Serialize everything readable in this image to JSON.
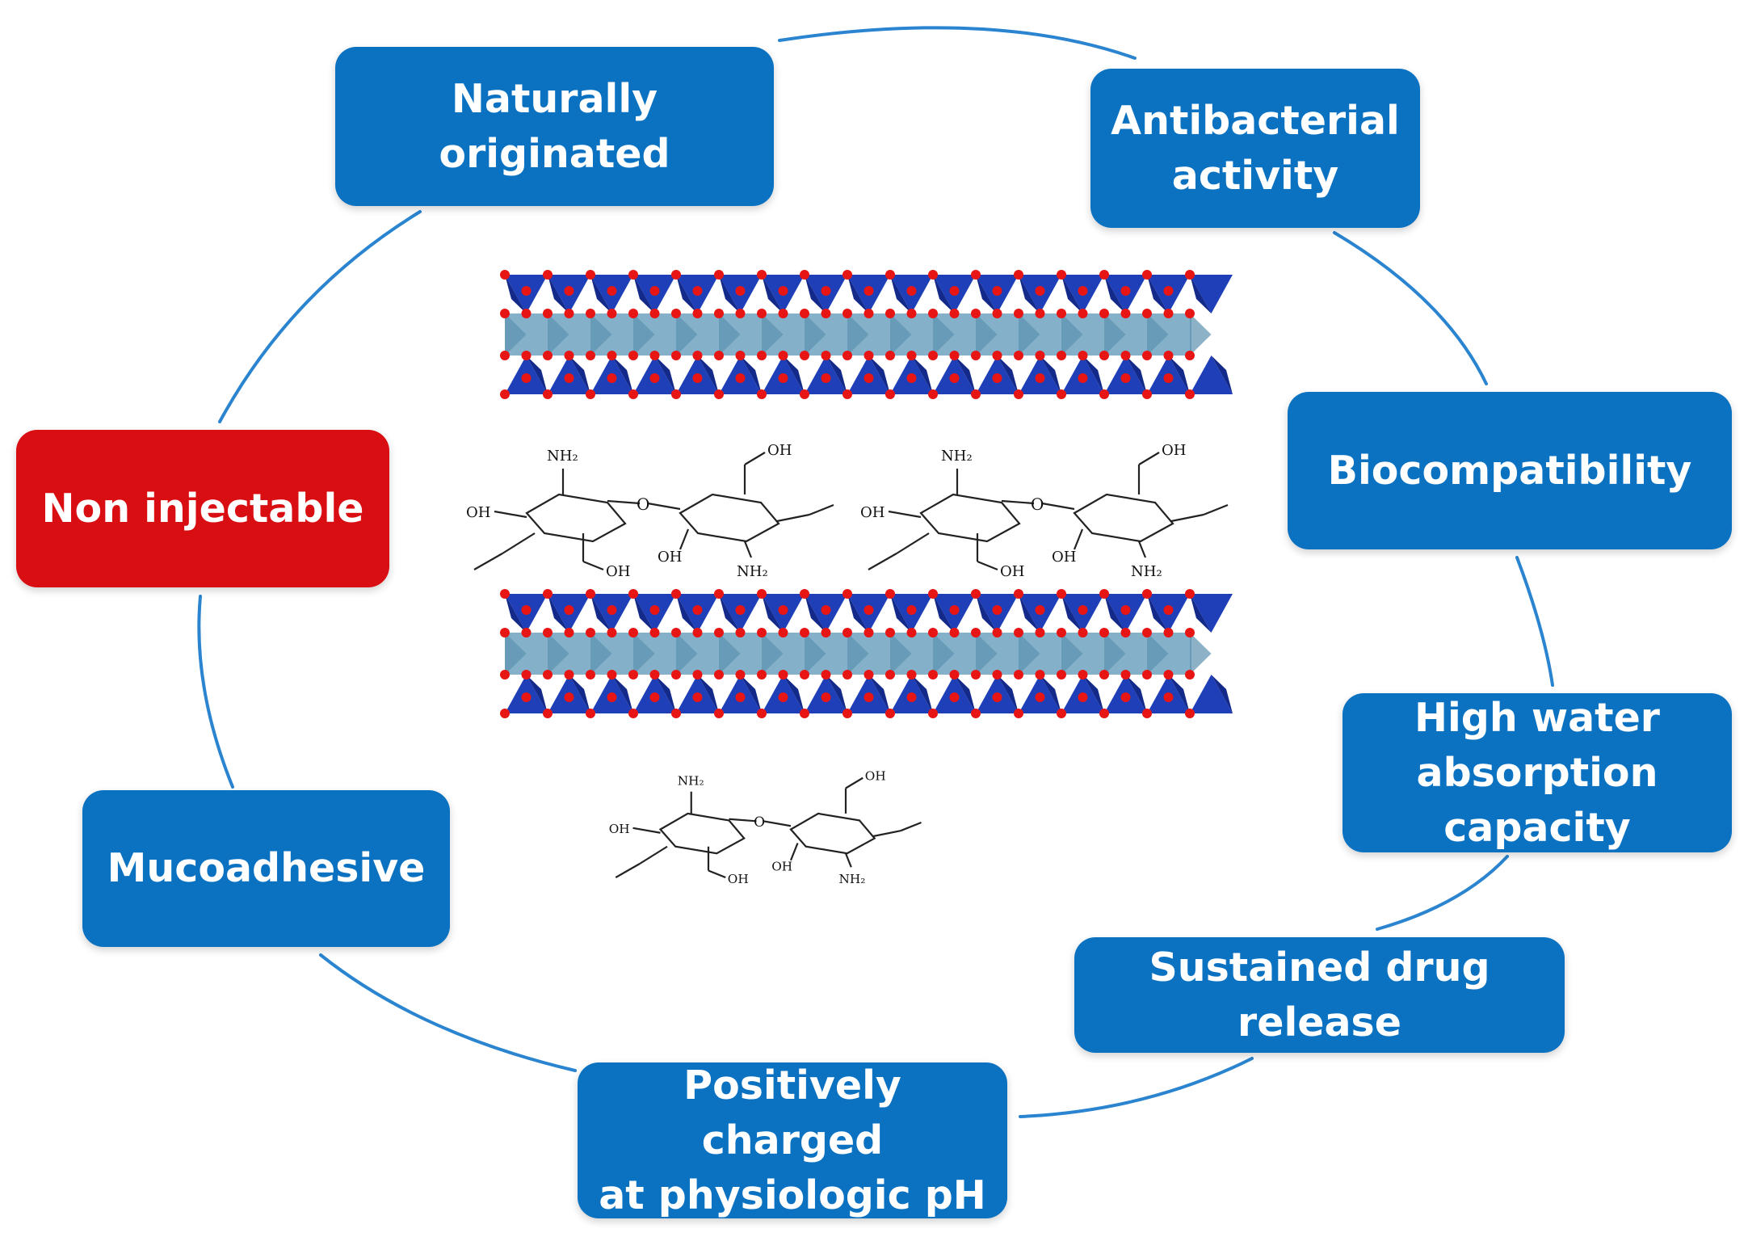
{
  "diagram": {
    "center_alt": "chitosan intercalated between layered clay silicate sheets",
    "properties": [
      {
        "id": "naturally-originated",
        "lines": [
          "Naturally",
          "originated"
        ],
        "color": "#0b72c2"
      },
      {
        "id": "antibacterial-activity",
        "lines": [
          "Antibacterial",
          "activity"
        ],
        "color": "#0b72c2"
      },
      {
        "id": "biocompatibility",
        "lines": [
          "Biocompatibility"
        ],
        "color": "#0b72c2"
      },
      {
        "id": "high-water-absorption",
        "lines": [
          "High water",
          "absorption",
          "capacity"
        ],
        "color": "#0b72c2"
      },
      {
        "id": "sustained-drug-release",
        "lines": [
          "Sustained drug",
          "release"
        ],
        "color": "#0b72c2"
      },
      {
        "id": "positively-charged",
        "lines": [
          "Positively charged",
          "at physiologic pH"
        ],
        "color": "#0b72c2"
      },
      {
        "id": "mucoadhesive",
        "lines": [
          "Mucoadhesive"
        ],
        "color": "#0b72c2"
      },
      {
        "id": "non-injectable",
        "lines": [
          "Non injectable"
        ],
        "color": "#d90e12"
      }
    ],
    "molecule_labels": {
      "nh2": "NH₂",
      "oh": "OH",
      "o": "O"
    },
    "colors": {
      "ring": "#2a84cf",
      "tetrahedra": "#1f3fb8",
      "octahedra": "#6fa3bf",
      "oxygen": "#e81515"
    }
  }
}
